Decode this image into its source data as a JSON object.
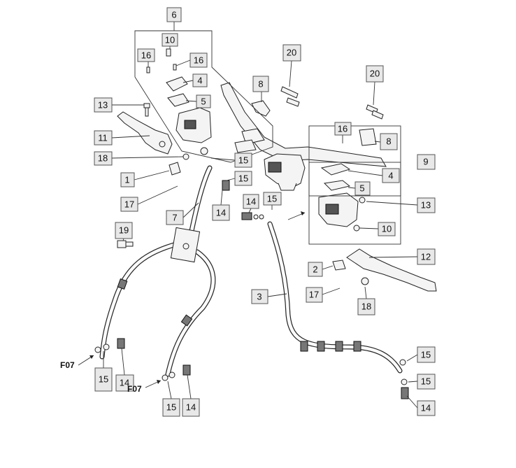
{
  "callouts": {
    "c6": "6",
    "c10a": "10",
    "c16a": "16",
    "c16b": "16",
    "c4a": "4",
    "c5a": "5",
    "c8a": "8",
    "c13a": "13",
    "c11": "11",
    "c18a": "18",
    "c15a": "15",
    "c15b": "15",
    "c1": "1",
    "c17a": "17",
    "c7": "7",
    "c14a": "14",
    "c19": "19",
    "c20a": "20",
    "c20b": "20",
    "c16c": "16",
    "c8b": "8",
    "c9": "9",
    "c4b": "4",
    "c5b": "5",
    "c13b": "13",
    "c14b": "14",
    "c15c": "15",
    "c10b": "10",
    "c12": "12",
    "c2": "2",
    "c17b": "17",
    "c3": "3",
    "c18b": "18",
    "c15d": "15",
    "c15e": "15",
    "c14c": "14",
    "c15f": "15",
    "c14d": "14",
    "c15g": "15",
    "c14e": "14"
  },
  "refs": {
    "ref1": "F07",
    "ref2": "F07"
  }
}
